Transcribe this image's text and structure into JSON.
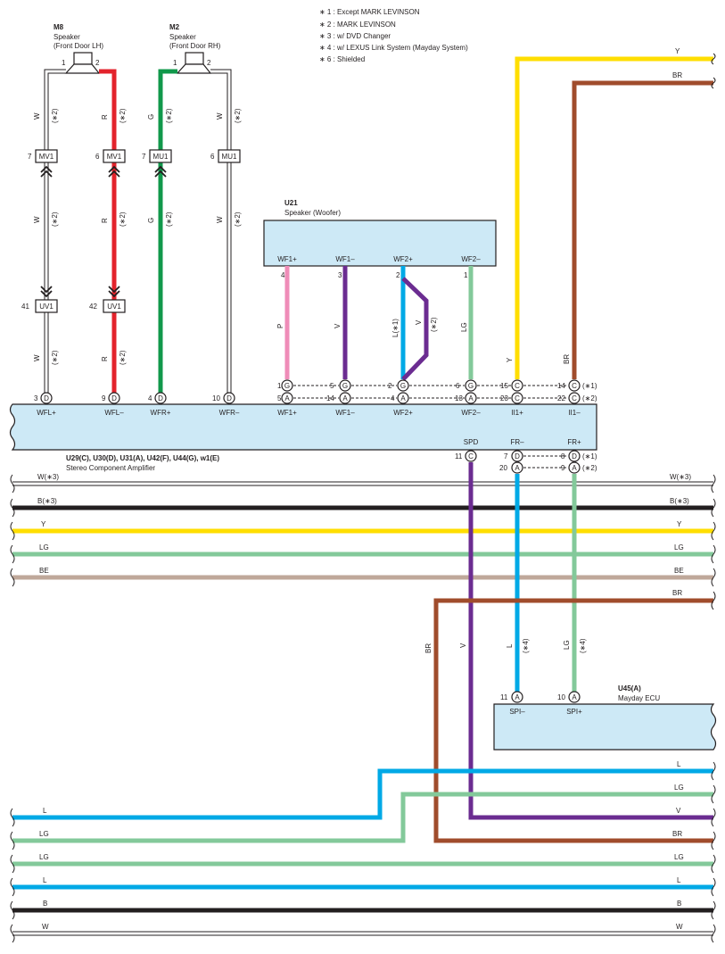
{
  "notes": [
    "∗ 1 : Except MARK LEVINSON",
    "∗ 2 : MARK LEVINSON",
    "∗ 3 : w/ DVD Changer",
    "∗ 4 : w/ LEXUS Link System (Mayday System)",
    "∗ 6 : Shielded"
  ],
  "colors": {
    "W": "#ffffff",
    "R": "#e3232c",
    "G": "#11984b",
    "P": "#ef8cb8",
    "V": "#6b2c91",
    "L": "#00a9e6",
    "LG": "#83c99a",
    "Y": "#ffde00",
    "BR": "#a04c2c",
    "B": "#231f20",
    "BE": "#bfa89a",
    "box": "#cde9f6",
    "ink": "#231f20"
  },
  "components": {
    "m8": {
      "code": "M8",
      "name": "Speaker",
      "sub": "(Front Door LH)",
      "pins": [
        "1",
        "2"
      ]
    },
    "m2": {
      "code": "M2",
      "name": "Speaker",
      "sub": "(Front Door RH)",
      "pins": [
        "1",
        "2"
      ]
    },
    "u21": {
      "code": "U21",
      "name": "Speaker (Woofer)",
      "terminals": [
        "WF1+",
        "WF1–",
        "WF2+",
        "WF2–"
      ],
      "pins": [
        "4",
        "3",
        "2",
        "1"
      ]
    },
    "amp": {
      "code": "U29(C), U30(D), U31(A), U42(F), U44(G), w1(E)",
      "name": "Stereo Component Amplifier",
      "terminals": [
        "WFL+",
        "WFL–",
        "WFR+",
        "WFR–",
        "WF1+",
        "WF1–",
        "WF2+",
        "WF2–",
        "II1+",
        "II1–",
        "SPD",
        "FR–",
        "FR+"
      ]
    },
    "u45": {
      "code": "U45(A)",
      "name": "Mayday ECU",
      "terminals": [
        "SPI–",
        "SPI+"
      ]
    }
  },
  "connectors": {
    "mv1": "MV1",
    "mu1": "MU1",
    "uv1": "UV1"
  },
  "pin_numbers": {
    "mv1_left": "7",
    "mv1_right": "6",
    "mu1_left": "7",
    "mu1_right": "6",
    "uv1_left": "41",
    "uv1_right": "42",
    "amp_top": [
      "3",
      "9",
      "4",
      "10"
    ],
    "amp_row1": [
      "1",
      "5",
      "2",
      "6",
      "15",
      "14"
    ],
    "amp_row2": [
      "5",
      "14",
      "4",
      "13",
      "23",
      "22"
    ],
    "amp_bottom": [
      "11",
      "7",
      "20",
      "8",
      "9"
    ],
    "u45": [
      "11",
      "10"
    ]
  },
  "pin_letters": {
    "D": "D",
    "G": "G",
    "A": "A",
    "C": "C"
  },
  "wire_labels": {
    "W": "W",
    "R": "R",
    "G": "G",
    "P": "P",
    "V": "V",
    "L1": "L(∗1)",
    "LG": "LG",
    "Y": "Y",
    "BR": "BR",
    "L": "L",
    "B": "B",
    "BE": "BE",
    "W3": "W(∗3)",
    "B3": "B(∗3)"
  },
  "note_tags": {
    "n1": "(∗1)",
    "n2": "(∗2)",
    "n4": "(∗4)"
  },
  "bus_upper": [
    "W(∗3)",
    "B(∗3)",
    "Y",
    "LG",
    "BE"
  ],
  "bus_lower_left": [
    "L",
    "LG",
    "LG",
    "L",
    "B",
    "W"
  ],
  "bus_lower_right": [
    "L",
    "LG",
    "V",
    "BR",
    "LG",
    "L",
    "B",
    "W"
  ]
}
